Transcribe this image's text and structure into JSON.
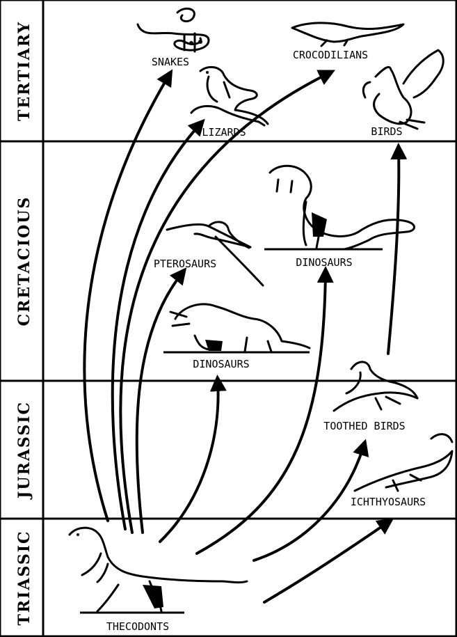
{
  "periods": [
    {
      "id": "tertiary",
      "label": "TERTIARY"
    },
    {
      "id": "cretaceous",
      "label": "CRETACIOUS"
    },
    {
      "id": "jurassic",
      "label": "JURASSIC"
    },
    {
      "id": "triassic",
      "label": "TRIASSIC"
    }
  ],
  "animals": {
    "snakes": "SNAKES",
    "crocodilians": "CROCODILIANS",
    "lizards": "LIZARDS",
    "birds": "BIRDS",
    "pterosaurs": "PTEROSAURS",
    "dinosaurs_upper": "DINOSAURS",
    "dinosaurs_lower": "DINOSAURS",
    "toothed_birds": "TOOTHED BIRDS",
    "ichthyosaurs": "ICHTHYOSAURS",
    "thecodonts": "THECODONTS"
  },
  "icons": [
    "snake-icon",
    "crocodile-icon",
    "lizard-icon",
    "bird-icon",
    "pterosaur-icon",
    "tyrannosaur-icon",
    "triceratops-icon",
    "archaeopteryx-icon",
    "ichthyosaur-icon",
    "thecodont-icon"
  ]
}
